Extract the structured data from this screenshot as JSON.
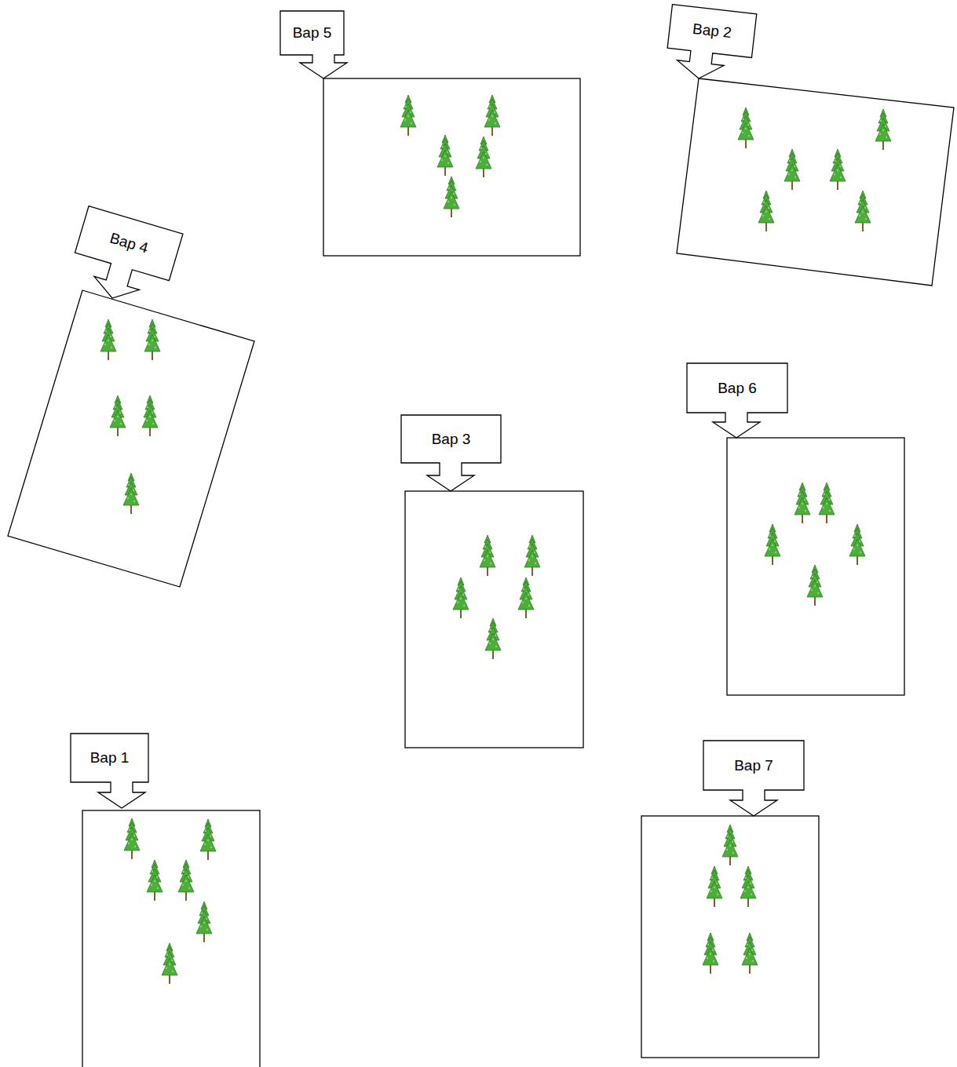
{
  "diagram": {
    "nodes": [
      {
        "text": [
          "Bap 5"
        ]
      },
      {
        "text": [
          "Bap 2"
        ]
      },
      {
        "text": [
          "Bap 4"
        ]
      },
      {
        "text": [
          "Bap 6"
        ]
      },
      {
        "text": [
          "Bap 3"
        ]
      },
      {
        "text": [
          "Bap 1"
        ]
      },
      {
        "text": [
          "Bap 7"
        ]
      }
    ]
  }
}
